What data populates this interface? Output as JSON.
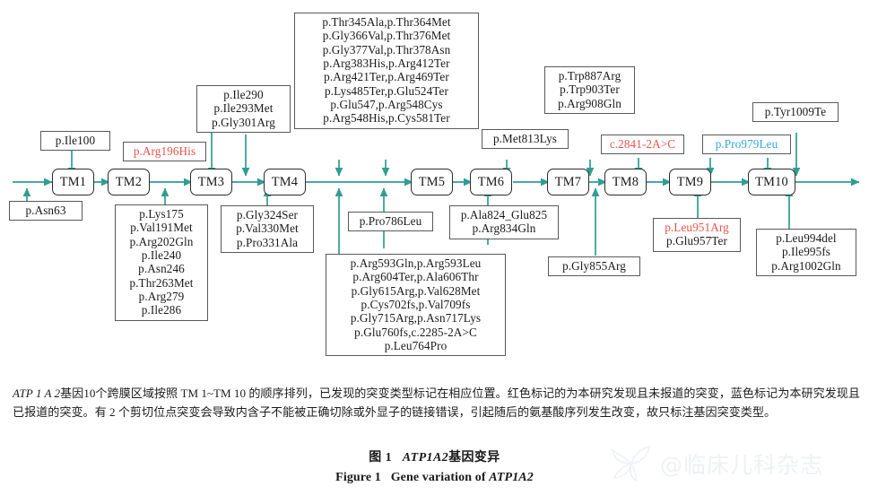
{
  "figure": {
    "id": "atp1a2-gene-variation-diagram",
    "accent_line_color": "#2f9e92",
    "red_marker_color": "#e8534a",
    "blue_marker_color": "#2fa8dd",
    "box_border_color": "#58595b",
    "tm_nodes": [
      {
        "label": "TM1"
      },
      {
        "label": "TM2"
      },
      {
        "label": "TM3"
      },
      {
        "label": "TM4"
      },
      {
        "label": "TM5"
      },
      {
        "label": "TM6"
      },
      {
        "label": "TM7"
      },
      {
        "label": "TM8"
      },
      {
        "label": "TM9"
      },
      {
        "label": "TM10"
      }
    ],
    "annotations": {
      "asn63": {
        "lines": [
          "p.Asn63"
        ]
      },
      "ile100": {
        "lines": [
          "p.Ile100"
        ]
      },
      "arg196his": {
        "lines": [
          "p.Arg196His"
        ],
        "color": "red"
      },
      "tm2_lower": {
        "lines": [
          "p.Lys175",
          "p.Val191Met",
          "p.Arg202Gln",
          "p.Ile240",
          "p.Asn246",
          "p.Thr263Met",
          "p.Arg279",
          "p.Ile286"
        ]
      },
      "ile290": {
        "lines": [
          "p.Ile290",
          "p.Ile293Met",
          "p.Gly301Arg"
        ]
      },
      "gly324": {
        "lines": [
          "p.Gly324Ser",
          "p.Val330Met",
          "p.Pro331Ala"
        ]
      },
      "big_top": {
        "lines": [
          "p.Thr345Ala,p.Thr364Met",
          "p.Gly366Val,p.Thr376Met",
          "p.Gly377Val,p.Thr378Asn",
          "p.Arg383His,p.Arg412Ter",
          "p.Arg421Ter,p.Arg469Ter",
          "p.Lys485Ter,p.Glu524Ter",
          "p.Glu547,p.Arg548Cys",
          "p.Arg548His,p.Cys581Ter"
        ]
      },
      "big_bottom": {
        "lines": [
          "p.Arg593Gln,p.Arg593Leu",
          "p.Arg604Ter,p.Ala606Thr",
          "p.Gly615Arg,p.Val628Met",
          "p.Cys702fs,p.Val709fs",
          "p.Gly715Arg,p.Asn717Lys",
          "p.Glu760fs,c.2285-2A>C",
          "p.Leu764Pro"
        ]
      },
      "pro786": {
        "lines": [
          "p.Pro786Leu"
        ]
      },
      "met813": {
        "lines": [
          "p.Met813Lys"
        ]
      },
      "ala824": {
        "lines": [
          "p.Ala824_Glu825",
          "p.Arg834Gln"
        ]
      },
      "gly855": {
        "lines": [
          "p.Gly855Arg"
        ]
      },
      "trp887": {
        "lines": [
          "p.Trp887Arg",
          "p.Trp903Ter",
          "p.Arg908Gln"
        ]
      },
      "c2841": {
        "lines": [
          "c.2841-2A>C"
        ],
        "color": "red"
      },
      "pro979": {
        "lines": [
          "p.Pro979Leu"
        ],
        "color": "blue"
      },
      "leu951": {
        "lines": [
          "p.Leu951Arg"
        ],
        "color": "red"
      },
      "glu957": {
        "lines": [
          "p.Glu957Ter"
        ]
      },
      "tyr1009": {
        "lines": [
          "p.Tyr1009Te"
        ]
      },
      "leu994": {
        "lines": [
          "p.Leu994del",
          "p.Ile995fs",
          "p.Arg1002Gln"
        ]
      }
    }
  },
  "caption": {
    "gene_name": "ATP 1 A 2",
    "text_after_gene": "基因10个跨膜区域按照 TM 1~TM 10 的顺序排列，已发现的突变类型标记在相应位置。红色标记的为本研究发现且未报道的突变，蓝色标记为本研究发现且已报道的突变。有 2 个剪切位点突变会导致内含子不能被正确切除或外显子的链接错误，引起随后的氨基酸序列发生改变，故只标注基因突变类型。"
  },
  "titles": {
    "cn_prefix": "图 1",
    "cn_gene": "ATP1A2",
    "cn_suffix": "基因变异",
    "en_prefix": "Figure 1",
    "en_text": "Gene variation of",
    "en_gene": "ATP1A2"
  },
  "watermark": {
    "text": "@临床儿科杂志"
  }
}
